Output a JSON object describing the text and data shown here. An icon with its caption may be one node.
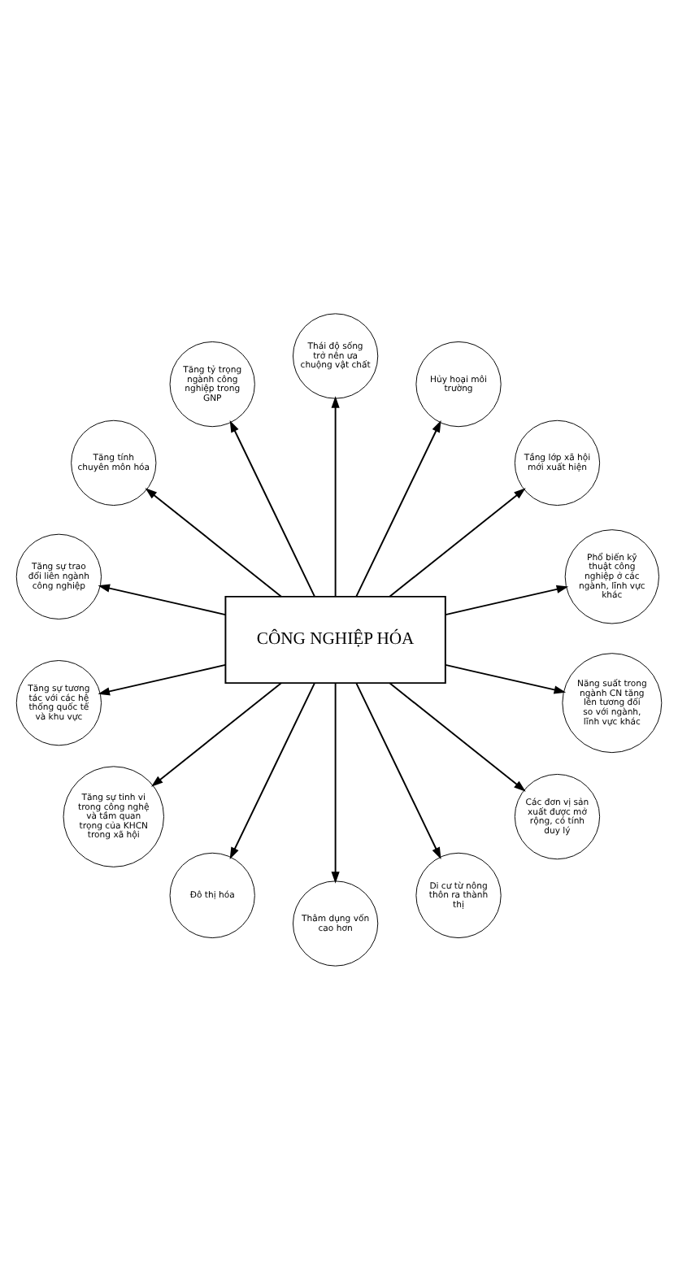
{
  "diagram": {
    "nodes": [
      {
        "text": [
          "CÔNG NGHIỆP HÓA"
        ]
      },
      {
        "text": [
          "Phổ biến kỹ thuật công nghiệp ở các ngành, lĩnh vực khác"
        ]
      },
      {
        "text": [
          "Tầng lớp xã hội mới xuất hiện"
        ]
      },
      {
        "text": [
          "Hủy hoại môi trường"
        ]
      },
      {
        "text": [
          "Thái độ sống trở nên ưa chuộng vật chất"
        ]
      },
      {
        "text": [
          "Tăng tỷ trọng ngành công nghiệp trong GNP"
        ]
      },
      {
        "text": [
          "Tăng tính chuyên môn hóa"
        ]
      },
      {
        "text": [
          "Tăng sự trao đổi liên ngành công nghiệp"
        ]
      },
      {
        "text": [
          "Tăng sự tương tác với các hệ thống quốc tế và khu vực"
        ]
      },
      {
        "text": [
          "Tăng sự tinh vi trong công nghệ và tầm quan trọng của KHCN trong xã hội"
        ]
      },
      {
        "text": [
          "Đô thị hóa"
        ]
      },
      {
        "text": [
          "Thâm dụng vốn cao hơn"
        ]
      },
      {
        "text": [
          "Di cư từ nông thôn ra thành thị"
        ]
      },
      {
        "text": [
          "Các đơn vị sản xuất được mở rộng, có tính duy lý"
        ]
      },
      {
        "text": [
          "Năng suất trong ngành CN tăng lên tương đối so với ngành, lĩnh vực khác"
        ]
      }
    ],
    "edges": [
      {
        "from": 0,
        "to": 2,
        "arrow": "to"
      },
      {
        "from": 0,
        "to": 3,
        "arrow": "to"
      },
      {
        "from": 0,
        "to": 5,
        "arrow": "to"
      },
      {
        "from": 0,
        "to": 7,
        "arrow": "to"
      },
      {
        "from": 0,
        "to": 9,
        "arrow": "to"
      },
      {
        "from": 0,
        "to": 11,
        "arrow": "to"
      },
      {
        "from": 0,
        "to": 14,
        "arrow": "to"
      },
      {
        "from": 0,
        "to": 13,
        "arrow": "to"
      },
      {
        "from": 0,
        "to": 12,
        "arrow": "to"
      },
      {
        "from": 0,
        "to": 10,
        "arrow": "to"
      },
      {
        "from": 0,
        "to": 8,
        "arrow": "to"
      },
      {
        "from": 0,
        "to": 6,
        "arrow": "to"
      },
      {
        "from": 0,
        "to": 4,
        "arrow": "to"
      },
      {
        "from": 0,
        "to": 1,
        "arrow": "to"
      }
    ]
  }
}
